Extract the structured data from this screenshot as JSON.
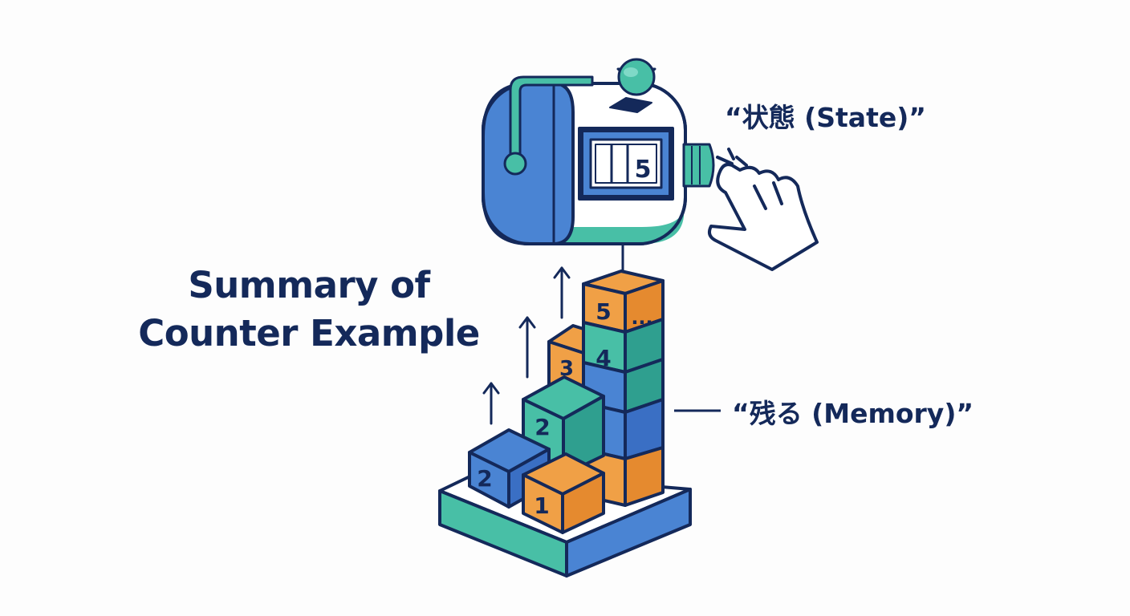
{
  "title": {
    "line1": "Summary of",
    "line2": "Counter Example"
  },
  "annotations": {
    "state": "“状態 (State)”",
    "memory": "“残る (Memory)”"
  },
  "counter": {
    "digits": [
      "",
      "",
      "5"
    ]
  },
  "blocks": {
    "front_left": "2",
    "front_right": "1",
    "middle": "2",
    "step_three": "3",
    "tower_four": "4",
    "tower_five": "5",
    "tower_more": "..."
  },
  "colors": {
    "navy": "#14295a",
    "blue": "#4a84d3",
    "teal": "#48bfa6",
    "orange": "#f0a046"
  }
}
